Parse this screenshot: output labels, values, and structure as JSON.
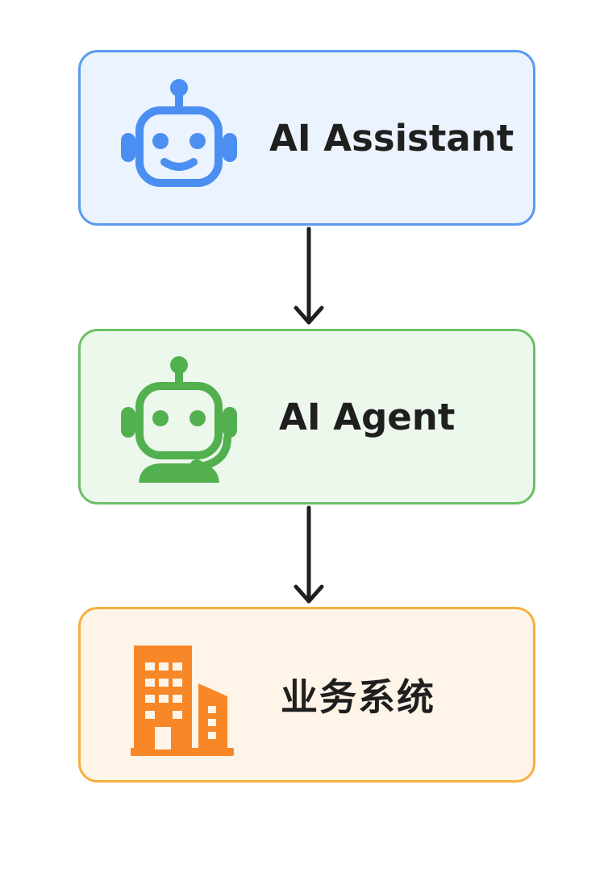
{
  "nodes": [
    {
      "label": "AI Assistant",
      "icon": "robot-icon",
      "border_color": "#5b9bf0",
      "fill_color": "#ebf3fe",
      "icon_color": "#4b8ff2"
    },
    {
      "label": "AI Agent",
      "icon": "robot-headset-icon",
      "border_color": "#6cc067",
      "fill_color": "#edf8ec",
      "icon_color": "#52b04f"
    },
    {
      "label": "业务系统",
      "icon": "office-building-icon",
      "border_color": "#f5b040",
      "fill_color": "#fff4e8",
      "icon_color": "#f88728"
    }
  ],
  "edges": [
    {
      "from": "AI Assistant",
      "to": "AI Agent"
    },
    {
      "from": "AI Agent",
      "to": "业务系统"
    }
  ],
  "arrow_color": "#1f1f1f"
}
